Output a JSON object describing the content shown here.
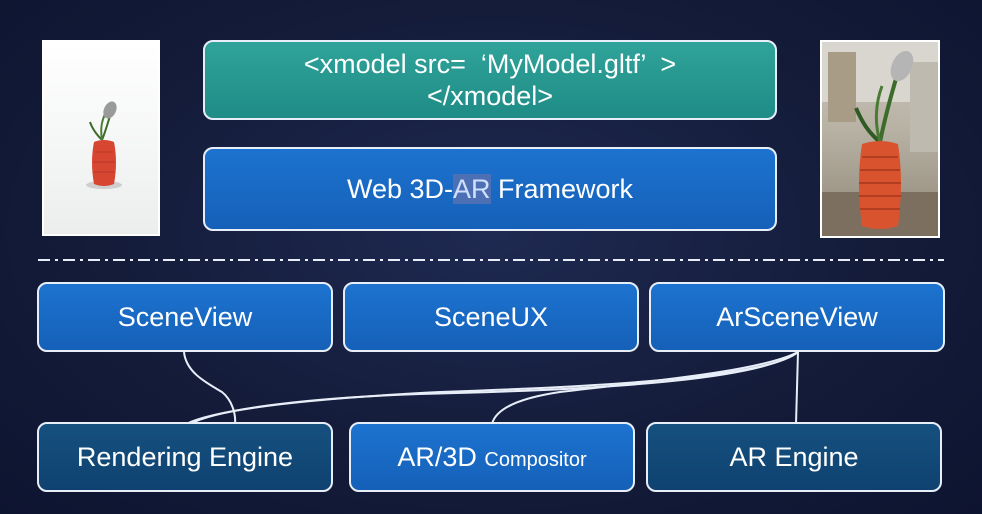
{
  "code": {
    "line1": "<xmodel src=  ‘MyModel.gltf’  >",
    "line2": "</xmodel>"
  },
  "framework": {
    "prefix": "Web 3D-",
    "highlight": "AR",
    "suffix": " Framework"
  },
  "upper_layer": {
    "scene_view": "SceneView",
    "scene_ux": "SceneUX",
    "ar_scene_view": "ArSceneView"
  },
  "lower_layer": {
    "rendering_engine": "Rendering Engine",
    "compositor_main": "AR/3D",
    "compositor_sub": "Compositor",
    "ar_engine": "AR Engine"
  },
  "images": {
    "left": "vase-3d-render-icon",
    "right": "vase-ar-photo-icon"
  },
  "colors": {
    "teal": "#1f8c86",
    "blue": "#1560b8",
    "dark_blue": "#0f4270",
    "background": "#141c3a",
    "highlight": "#4d6fb4"
  }
}
